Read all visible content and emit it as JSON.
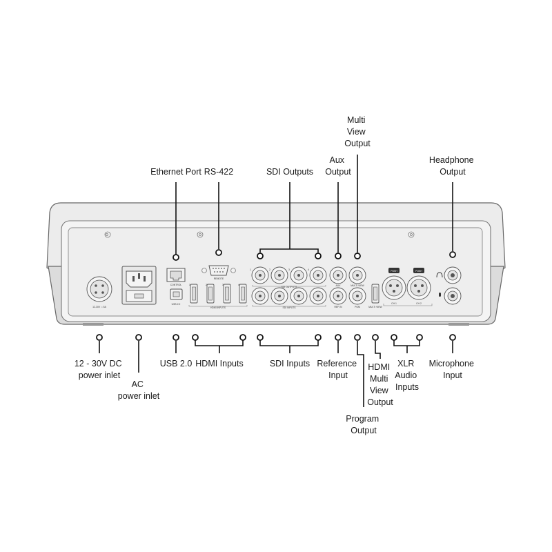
{
  "labels": {
    "ethernet_port": "Ethernet Port",
    "rs422": "RS-422",
    "sdi_outputs": "SDI Outputs",
    "aux_output": [
      "Aux",
      "Output"
    ],
    "multiview_output": [
      "Multi",
      "View",
      "Output"
    ],
    "headphone_output": [
      "Headphone",
      "Output"
    ],
    "dc_power_inlet": [
      "12 - 30V DC",
      "power inlet"
    ],
    "ac_power_inlet": [
      "AC",
      "power inlet"
    ],
    "usb": "USB 2.0",
    "hdmi_inputs": "HDMI Inputs",
    "sdi_inputs": "SDI Inputs",
    "reference_input": [
      "Reference",
      "Input"
    ],
    "program_output": [
      "Program",
      "Output"
    ],
    "hdmi_multiview_output": [
      "HDMI",
      "Multi",
      "View",
      "Output"
    ],
    "xlr_audio_inputs": [
      "XLR",
      "Audio",
      "Inputs"
    ],
    "microphone_input": [
      "Microphone",
      "Input"
    ]
  },
  "panel_text": {
    "dc": "12-30V ⎓ 5A",
    "control": "CONTROL",
    "usb": "USB 2.0",
    "remote": "REMOTE",
    "hdmi_inputs": "HDMI INPUTS",
    "sdi_outputs": "SDI OUTPUTS",
    "sdi_inputs": "SDI INPUTS",
    "aux": "AUX",
    "multiview": "MULTI VIEW",
    "ref_in": "REF IN",
    "pgm": "PGM",
    "multiview_hdmi": "MULTI VIEW",
    "push": "PUSH",
    "ch1": "CH 1",
    "ch2": "CH 2",
    "numbers": [
      "1",
      "2",
      "3",
      "4"
    ]
  }
}
